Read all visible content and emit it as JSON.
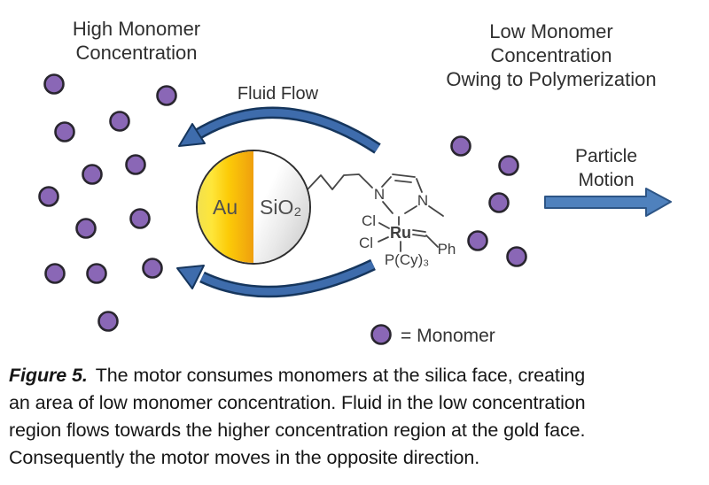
{
  "figure": {
    "region_labels": {
      "high_concentration": "High Monomer\nConcentration",
      "fluid_flow": "Fluid Flow",
      "low_concentration": "Low Monomer\nConcentration\nOwing to Polymerization",
      "particle_motion": "Particle\nMotion"
    },
    "particle": {
      "gold_label": "Au",
      "silica_label": "SiO₂"
    },
    "catalyst": {
      "n_left": "N",
      "n_right": "N",
      "cl_top": "Cl",
      "cl_bottom": "Cl",
      "ru": "Ru",
      "ph": "Ph",
      "phosphine": "P(Cy)₃"
    },
    "legend": {
      "symbol": "monomer-dot",
      "label": "= Monomer"
    },
    "monomer_positions": {
      "left_region": [
        [
          61,
          95
        ],
        [
          188,
          108
        ],
        [
          135,
          137
        ],
        [
          73,
          149
        ],
        [
          153,
          186
        ],
        [
          104,
          197
        ],
        [
          55,
          222
        ],
        [
          158,
          247
        ],
        [
          97,
          258
        ],
        [
          172,
          303
        ],
        [
          62,
          309
        ],
        [
          109,
          309
        ],
        [
          122,
          363
        ]
      ],
      "right_region": [
        [
          520,
          165
        ],
        [
          574,
          187
        ],
        [
          563,
          229
        ],
        [
          539,
          272
        ],
        [
          583,
          290
        ]
      ]
    },
    "colors": {
      "monomer_fill": "#8a67b6",
      "monomer_outline": "#29262f",
      "flow_arrow_fill": "#3e6cac",
      "flow_arrow_outline": "#16365d",
      "motion_arrow_fill": "#4f81bd",
      "motion_arrow_outline": "#2d5586",
      "gold_gradient": [
        "#f2e14e",
        "#fccb08",
        "#ef9f0e"
      ],
      "silica_gradient": [
        "#ffffff",
        "#c6c6c6"
      ]
    }
  },
  "caption": {
    "label": "Figure 5.",
    "lines": [
      "The motor consumes monomers at the silica face, creating",
      "an area of low monomer concentration. Fluid in the low concentration",
      "region flows towards the higher concentration region at the gold face.",
      "Consequently the motor moves in the opposite direction."
    ],
    "full_text": "The motor consumes monomers at the silica face, creating an area of low monomer concentration. Fluid in the low concentration region flows towards the higher concentration region at the gold face. Consequently the motor moves in the opposite direction."
  }
}
